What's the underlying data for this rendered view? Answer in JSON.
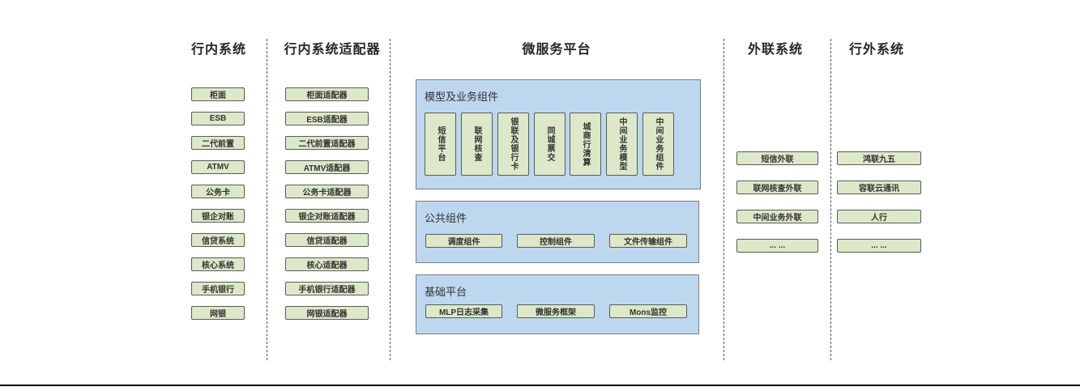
{
  "colors": {
    "box_fill_green": "#dce8c8",
    "box_border": "#5a5a5a",
    "panel_fill_blue": "#bdd7ee",
    "panel_border": "#7f7f7f",
    "separator": "#4d4d4d",
    "text": "#333333",
    "bottom_rule": "#000000"
  },
  "columns": [
    {
      "header": "行内系统",
      "boxes": [
        "柜面",
        "ESB",
        "二代前置",
        "ATMV",
        "公务卡",
        "银企对账",
        "信贷系统",
        "核心系统",
        "手机银行",
        "网银"
      ]
    },
    {
      "header": "行内系统适配器",
      "boxes": [
        "柜面适配器",
        "ESB适配器",
        "二代前置适配器",
        "ATMV适配器",
        "公务卡适配器",
        "银企对账适配器",
        "信贷适配器",
        "核心适配器",
        "手机银行适配器",
        "网银适配器"
      ]
    },
    {
      "header": "微服务平台",
      "panels": [
        {
          "title": "模型及业务组件",
          "boxes": [
            "短信平台",
            "联网核查",
            "银联及银行卡",
            "同城票交",
            "城商行清算",
            "中间业务模型",
            "中间业务组件"
          ]
        },
        {
          "title": "公共组件",
          "boxes": [
            "调度组件",
            "控制组件",
            "文件传输组件"
          ]
        },
        {
          "title": "基础平台",
          "boxes": [
            "MLP日志采集",
            "微服务框架",
            "Mons监控"
          ]
        }
      ]
    },
    {
      "header": "外联系统",
      "boxes": [
        "短信外联",
        "联网核查外联",
        "中间业务外联",
        "... ..."
      ]
    },
    {
      "header": "行外系统",
      "boxes": [
        "鸿联九五",
        "容联云通讯",
        "人行",
        "... ..."
      ]
    }
  ]
}
